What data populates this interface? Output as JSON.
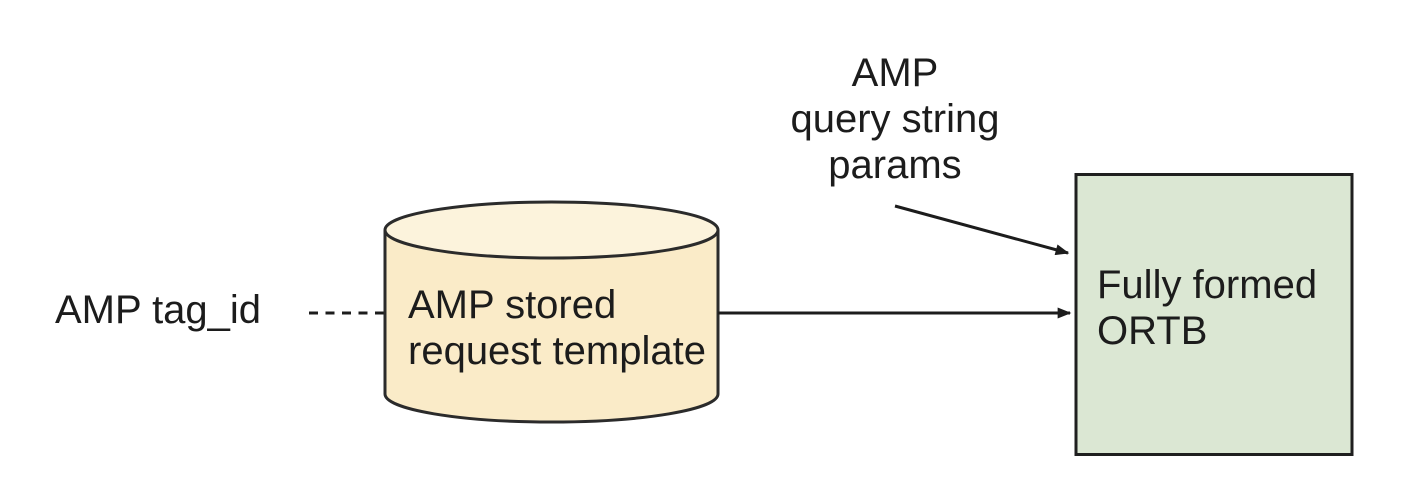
{
  "background_color": "#FFFFFF",
  "diagram": {
    "line_color": "#1C1C1C",
    "labels": {
      "tag_id": "AMP tag_id",
      "query_params": [
        "AMP",
        "query string",
        "params"
      ]
    },
    "nodes": {
      "stored_request": {
        "shape": "cylinder",
        "lines": [
          "AMP stored",
          "request template"
        ],
        "fill": "#FAEBC8",
        "top_fill": "#FCF3DC",
        "stroke": "#2B2B2B"
      },
      "ortb": {
        "shape": "rectangle",
        "lines": [
          "Fully formed",
          "ORTB"
        ],
        "fill": "#DBE7D3",
        "stroke": "#1F1F1F"
      }
    },
    "connectors": [
      {
        "id": "tag-to-stored-request",
        "style": "dashed",
        "arrow": false
      },
      {
        "id": "stored-request-to-ortb",
        "style": "solid",
        "arrow": true
      },
      {
        "id": "query-params-to-ortb",
        "style": "solid",
        "arrow": true
      }
    ]
  }
}
